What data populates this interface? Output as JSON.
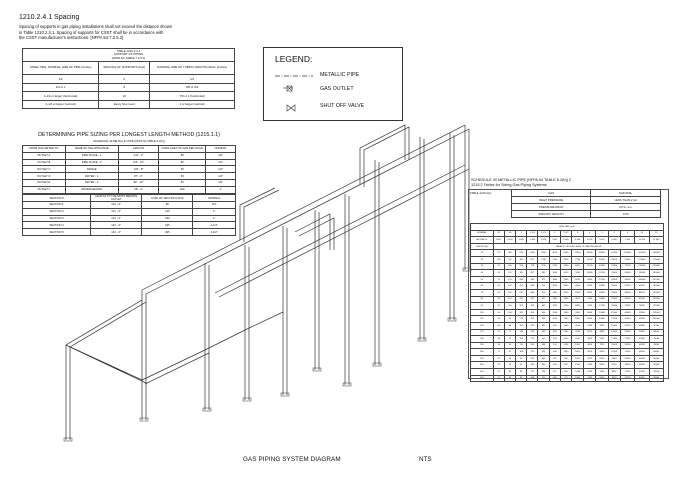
{
  "header": {
    "title": "1210.2.4.1 Spacing",
    "note": [
      "Spacing of supports in gas piping installations shall not exceed the distance shown",
      "in Table 1210.2.4.1. Spacing of supports for CSST shall be in accordance with",
      "the CSST manufacturer's instructions. [NFPA 54:7.2.5.2]"
    ]
  },
  "support_table": {
    "caption": [
      "TABLE 1210.2.4.1",
      "SUPPORT OF PIPING",
      "[NFPA 54: TABLE 7.2.5.2]"
    ],
    "headers": [
      "STEEL PIPE, NOMINAL SIZE OF PIPE (inches)",
      "SPACING OF SUPPORTS (feet)",
      "NOMINAL SIZE OF TUBING SMOOTH-WALL (inches)"
    ],
    "rows": [
      [
        "1/2",
        "6",
        "1/2"
      ],
      [
        "3/4 or 1",
        "8",
        "5/8 or 3/4"
      ],
      [
        "1-1/4 or larger (horizontal)",
        "10",
        "7/8 or 1 (horizontal)"
      ],
      [
        "1-1/4 or larger (vertical)",
        "Every floor level",
        "1 or larger (vertical)"
      ]
    ]
  },
  "sizing": {
    "title": "DETERMINING PIPE SIZING PER LONGEST LENGTH METHOD (1215.1.1)",
    "subtitle": "SCHEDULE 40 METALLIC PIPE (NFPA 54 TABLE 6.2(b))",
    "headers": [
      "FROM GAS METER TO",
      "NAME OF THE APPLIANCE",
      "LENGTH",
      "CUBIC FEET OF GAS PER HOUR",
      "NOMINAL"
    ],
    "rows": [
      [
        "OUTLET A",
        "FIRE PLACE - 1",
        "141' - 0\"",
        "80",
        "1/2\""
      ],
      [
        "OUTLET B",
        "FIRE PLACE - 2",
        "116' - 10\"",
        "80",
        "1/2\""
      ],
      [
        "OUTLET C",
        "RANGE",
        "133' - 8\"",
        "65",
        "1/2\""
      ],
      [
        "OUTLET D",
        "DRYER - 1",
        "87' - 0\"",
        "35",
        "1/2\""
      ],
      [
        "OUTLET E",
        "DRYER - 2",
        "82' - 10\"",
        "35",
        "1/2\""
      ],
      [
        "OUTLET F",
        "WATER HEATER",
        "68' - 4\"",
        "200",
        "1\""
      ]
    ],
    "section_headers": [
      "SECTION #",
      "LENGTH TO THE MOST REMOTE OUTLET",
      "LOAD OF SECTION (CFH)",
      "NOMINAL"
    ],
    "sections": [
      [
        "SECTION 1",
        "141' - 0\"",
        "80",
        "3/4\""
      ],
      [
        "SECTION 2",
        "141' - 0\"",
        "145",
        "1\""
      ],
      [
        "SECTION 3",
        "141' - 0\"",
        "180",
        "1\""
      ],
      [
        "SECTION 4",
        "141' - 0\"",
        "195",
        "1-1/4\""
      ],
      [
        "SECTION 5",
        "141' - 0\"",
        "395",
        "1-1/2\""
      ]
    ]
  },
  "legend": {
    "title": "LEGEND:",
    "items": [
      "METALLIC PIPE",
      "GAS OUTLET",
      "SHUT OFF VALVE"
    ]
  },
  "schedule": {
    "title": [
      "SCHEDULE 40 METALLIC PIPE [NFPA 54 TABLE 6.2(b)] 2",
      "1215.2 Tables for Sizing Gas Piping Systems"
    ],
    "table_label": "TABLE 1215.2(1)",
    "meta": [
      [
        "GAS",
        "NATURAL"
      ],
      [
        "INLET PRESSURE",
        "LESS THAN 2 psi"
      ],
      [
        "PRESSURE DROP",
        "0.5 in. w.c."
      ],
      [
        "SPECIFIC GRAVITY",
        "0.60"
      ]
    ],
    "pipe_size_label": "PIPE SIZE (inch)",
    "nominal_label": "NOMINAL",
    "actual_id_label": "ACTUAL ID",
    "length_label": "LENGTH (ft)",
    "capacity_label": "CAPACITY IN CUBIC FEET OF GAS PER HOUR",
    "nominal": [
      "1/2",
      "3/4",
      "1",
      "1-1/4",
      "1-1/2",
      "2",
      "2-1/2",
      "3",
      "4",
      "5",
      "6",
      "8",
      "10",
      "12"
    ],
    "actual": [
      "0.622",
      "0.824",
      "1.049",
      "1.380",
      "1.610",
      "2.067",
      "2.469",
      "3.068",
      "4.026",
      "5.047",
      "6.065",
      "7.981",
      "10.020",
      "11.938"
    ],
    "rows": [
      [
        "10",
        "172",
        "360",
        "678",
        "1390",
        "2090",
        "4020",
        "6400",
        "11300",
        "23100",
        "41800",
        "67600",
        "139000",
        "252000",
        "399000"
      ],
      [
        "20",
        "118",
        "247",
        "466",
        "957",
        "1430",
        "2760",
        "4400",
        "7780",
        "15900",
        "28700",
        "46500",
        "95500",
        "173000",
        "275000"
      ],
      [
        "30",
        "95",
        "199",
        "374",
        "768",
        "1150",
        "2220",
        "3530",
        "6250",
        "12700",
        "23000",
        "37300",
        "76700",
        "139000",
        "220000"
      ],
      [
        "40",
        "81",
        "170",
        "320",
        "657",
        "985",
        "1900",
        "3020",
        "5350",
        "10900",
        "19700",
        "31900",
        "65600",
        "119000",
        "189000"
      ],
      [
        "50",
        "72",
        "151",
        "284",
        "583",
        "873",
        "1680",
        "2680",
        "4740",
        "9660",
        "17500",
        "28300",
        "58200",
        "106000",
        "167000"
      ],
      [
        "60",
        "65",
        "137",
        "257",
        "528",
        "791",
        "1520",
        "2430",
        "4290",
        "8760",
        "15800",
        "25600",
        "52700",
        "95700",
        "152000"
      ],
      [
        "70",
        "60",
        "126",
        "237",
        "486",
        "728",
        "1400",
        "2230",
        "3950",
        "8050",
        "14600",
        "23600",
        "48500",
        "88100",
        "139000"
      ],
      [
        "80",
        "56",
        "117",
        "220",
        "452",
        "677",
        "1300",
        "2080",
        "3670",
        "7490",
        "13600",
        "22000",
        "45100",
        "81900",
        "130000"
      ],
      [
        "90",
        "52",
        "110",
        "207",
        "424",
        "635",
        "1220",
        "1950",
        "3450",
        "7030",
        "12700",
        "20600",
        "42300",
        "76900",
        "122000"
      ],
      [
        "100",
        "50",
        "104",
        "195",
        "400",
        "600",
        "1160",
        "1840",
        "3260",
        "6640",
        "12000",
        "19500",
        "40000",
        "72600",
        "115000"
      ],
      [
        "125",
        "44",
        "92",
        "173",
        "355",
        "532",
        "1020",
        "1630",
        "2890",
        "5890",
        "10600",
        "17200",
        "35400",
        "64300",
        "102000"
      ],
      [
        "150",
        "40",
        "83",
        "157",
        "322",
        "482",
        "928",
        "1480",
        "2610",
        "5330",
        "9650",
        "15600",
        "32100",
        "58300",
        "92300"
      ],
      [
        "175",
        "37",
        "77",
        "144",
        "296",
        "443",
        "854",
        "1360",
        "2410",
        "4910",
        "8880",
        "14400",
        "29500",
        "53600",
        "84900"
      ],
      [
        "200",
        "34",
        "71",
        "134",
        "275",
        "412",
        "794",
        "1270",
        "2240",
        "4560",
        "8260",
        "13400",
        "27500",
        "49900",
        "79000"
      ],
      [
        "250",
        "30",
        "63",
        "119",
        "244",
        "366",
        "704",
        "1120",
        "1980",
        "4050",
        "7320",
        "11900",
        "24300",
        "44200",
        "70000"
      ],
      [
        "300",
        "27",
        "57",
        "108",
        "221",
        "331",
        "638",
        "1020",
        "1800",
        "3670",
        "6630",
        "10700",
        "22100",
        "40100",
        "63400"
      ],
      [
        "350",
        "25",
        "53",
        "99",
        "203",
        "305",
        "587",
        "935",
        "1650",
        "3370",
        "6100",
        "9880",
        "20300",
        "36900",
        "58400"
      ],
      [
        "400",
        "23",
        "49",
        "92",
        "189",
        "283",
        "546",
        "870",
        "1540",
        "3140",
        "5680",
        "9190",
        "18900",
        "34300",
        "54300"
      ],
      [
        "450",
        "22",
        "46",
        "86",
        "177",
        "266",
        "512",
        "816",
        "1440",
        "2940",
        "5330",
        "8620",
        "17700",
        "32200",
        "50900"
      ],
      [
        "500",
        "21",
        "43",
        "82",
        "168",
        "251",
        "484",
        "771",
        "1360",
        "2780",
        "5030",
        "8150",
        "16700",
        "30400",
        "48100"
      ]
    ]
  },
  "footer": {
    "title": "GAS PIPING SYSTEM DIAGRAM",
    "nts": "NTS"
  }
}
